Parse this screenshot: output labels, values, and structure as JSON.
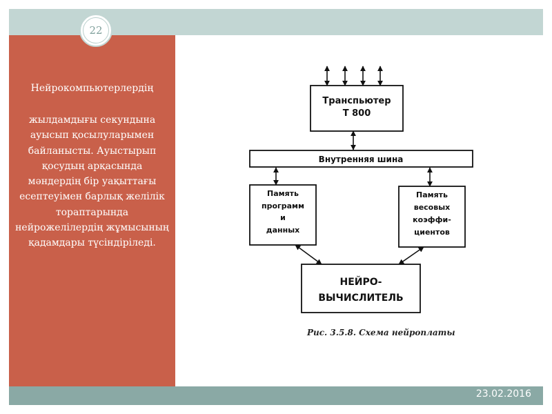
{
  "slide": {
    "page_number": "22",
    "heading": "Нейрокомпьютерлердің",
    "body": "жылдамдығы секундына ауысып қосылуларымен байланысты. Ауыстырып қосудың арқасында мәндердің бір уақыттағы есептеуімен барлық желілік торaптарында нейрожелілердің жұмысының қадамдары түсіндіріледі.",
    "date": "23.02.2016"
  },
  "diagram": {
    "transputer": [
      "Транспьютер",
      "Т 800"
    ],
    "bus": "Внутренняя шина",
    "memory_program": [
      "Память",
      "программ",
      "и",
      "данных"
    ],
    "memory_weights": [
      "Память",
      "весовых",
      "коэффи-",
      "циентов"
    ],
    "neuro": [
      "НЕЙРО-",
      "ВЫЧИСЛИТЕЛЬ"
    ],
    "caption": "Рис. 3.5.8. Схема нейроплаты"
  }
}
